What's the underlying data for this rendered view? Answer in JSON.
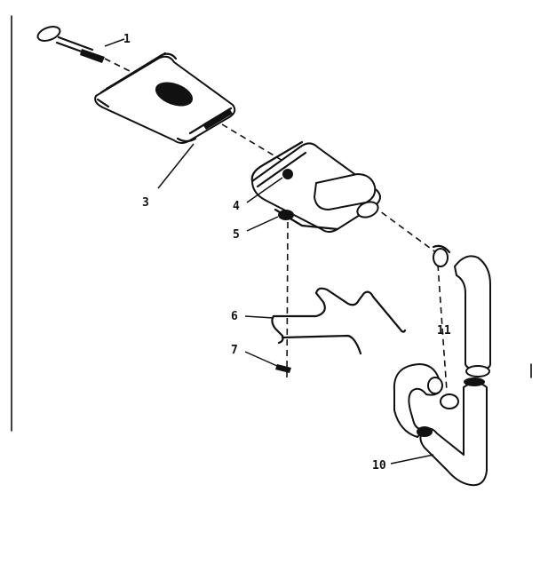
{
  "labels": {
    "p1": "1",
    "p3": "3",
    "p4": "4",
    "p5": "5",
    "p6": "6",
    "p7": "7",
    "p10": "10",
    "p11": "11"
  }
}
